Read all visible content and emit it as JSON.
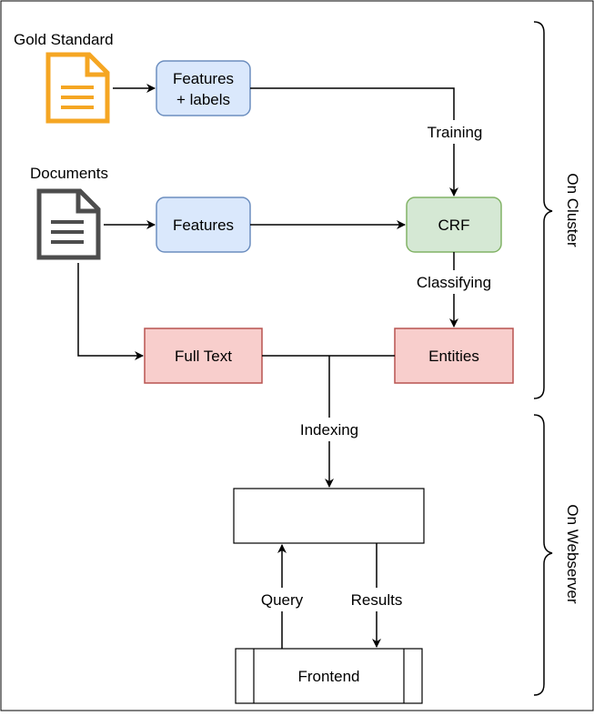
{
  "labels": {
    "gold_standard": "Gold Standard",
    "documents": "Documents",
    "features_labels_line1": "Features",
    "features_labels_line2": "+ labels",
    "features": "Features",
    "crf": "CRF",
    "full_text": "Full Text",
    "entities": "Entities",
    "index": "",
    "frontend": "Frontend",
    "training": "Training",
    "classifying": "Classifying",
    "indexing": "Indexing",
    "query": "Query",
    "results": "Results",
    "on_cluster": "On Cluster",
    "on_webserver": "On Webserver"
  },
  "colors": {
    "blue_fill": "#dae8fc",
    "blue_stroke": "#6c8ebf",
    "green_fill": "#d5e8d4",
    "green_stroke": "#82b366",
    "red_fill": "#f8cecc",
    "red_stroke": "#b85450",
    "orange_doc": "#f5a623",
    "dark_doc": "#4d4d4d"
  }
}
